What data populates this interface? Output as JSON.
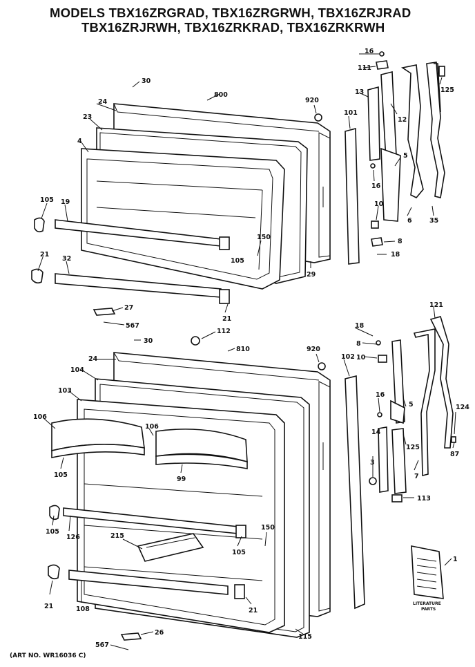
{
  "header": {
    "title_line1": "MODELS TBX16ZRGRAD, TBX16ZRGRWH, TBX16ZRJRAD",
    "title_line2": "TBX16ZRJRWH, TBX16ZRKRAD, TBX16ZRKRWH"
  },
  "art_number": "(ART NO. WR16036 C)",
  "literature_label_1": "LITERATURE",
  "literature_label_2": "PARTS",
  "callouts": {
    "c30_top": "30",
    "c800": "800",
    "c920_top": "920",
    "c24_top": "24",
    "c23": "23",
    "c4": "4",
    "c105_a": "105",
    "c19": "19",
    "c21_a": "21",
    "c32": "32",
    "c150_top": "150",
    "c105_b": "105",
    "c29": "29",
    "c21_b": "21",
    "c27": "27",
    "c567_top": "567",
    "c112": "112",
    "c16_a": "16",
    "c111": "111",
    "c13": "13",
    "c101": "101",
    "c12": "12",
    "c125_top": "125",
    "c16_b": "16",
    "c5_top": "5",
    "c10_top": "10",
    "c6": "6",
    "c35": "35",
    "c8_top": "8",
    "c18_top": "18",
    "c30_bot": "30",
    "c810": "810",
    "c920_bot": "920",
    "c24_bot": "24",
    "c104": "104",
    "c103": "103",
    "c106_a": "106",
    "c106_b": "106",
    "c105_c": "105",
    "c99": "99",
    "c105_d": "105",
    "c126": "126",
    "c215": "215",
    "c150_bot": "150",
    "c105_e": "105",
    "c21_c": "21",
    "c108": "108",
    "c21_d": "21",
    "c115": "115",
    "c26": "26",
    "c567_bot": "567",
    "c121": "121",
    "c18_bot": "18",
    "c8_bot": "8",
    "c10_bot": "10",
    "c102": "102",
    "c16_c": "16",
    "c124": "124",
    "c5_bot": "5",
    "c14": "14",
    "c125_bot": "125",
    "c87": "87",
    "c3": "3",
    "c7": "7",
    "c113": "113",
    "c1": "1"
  }
}
